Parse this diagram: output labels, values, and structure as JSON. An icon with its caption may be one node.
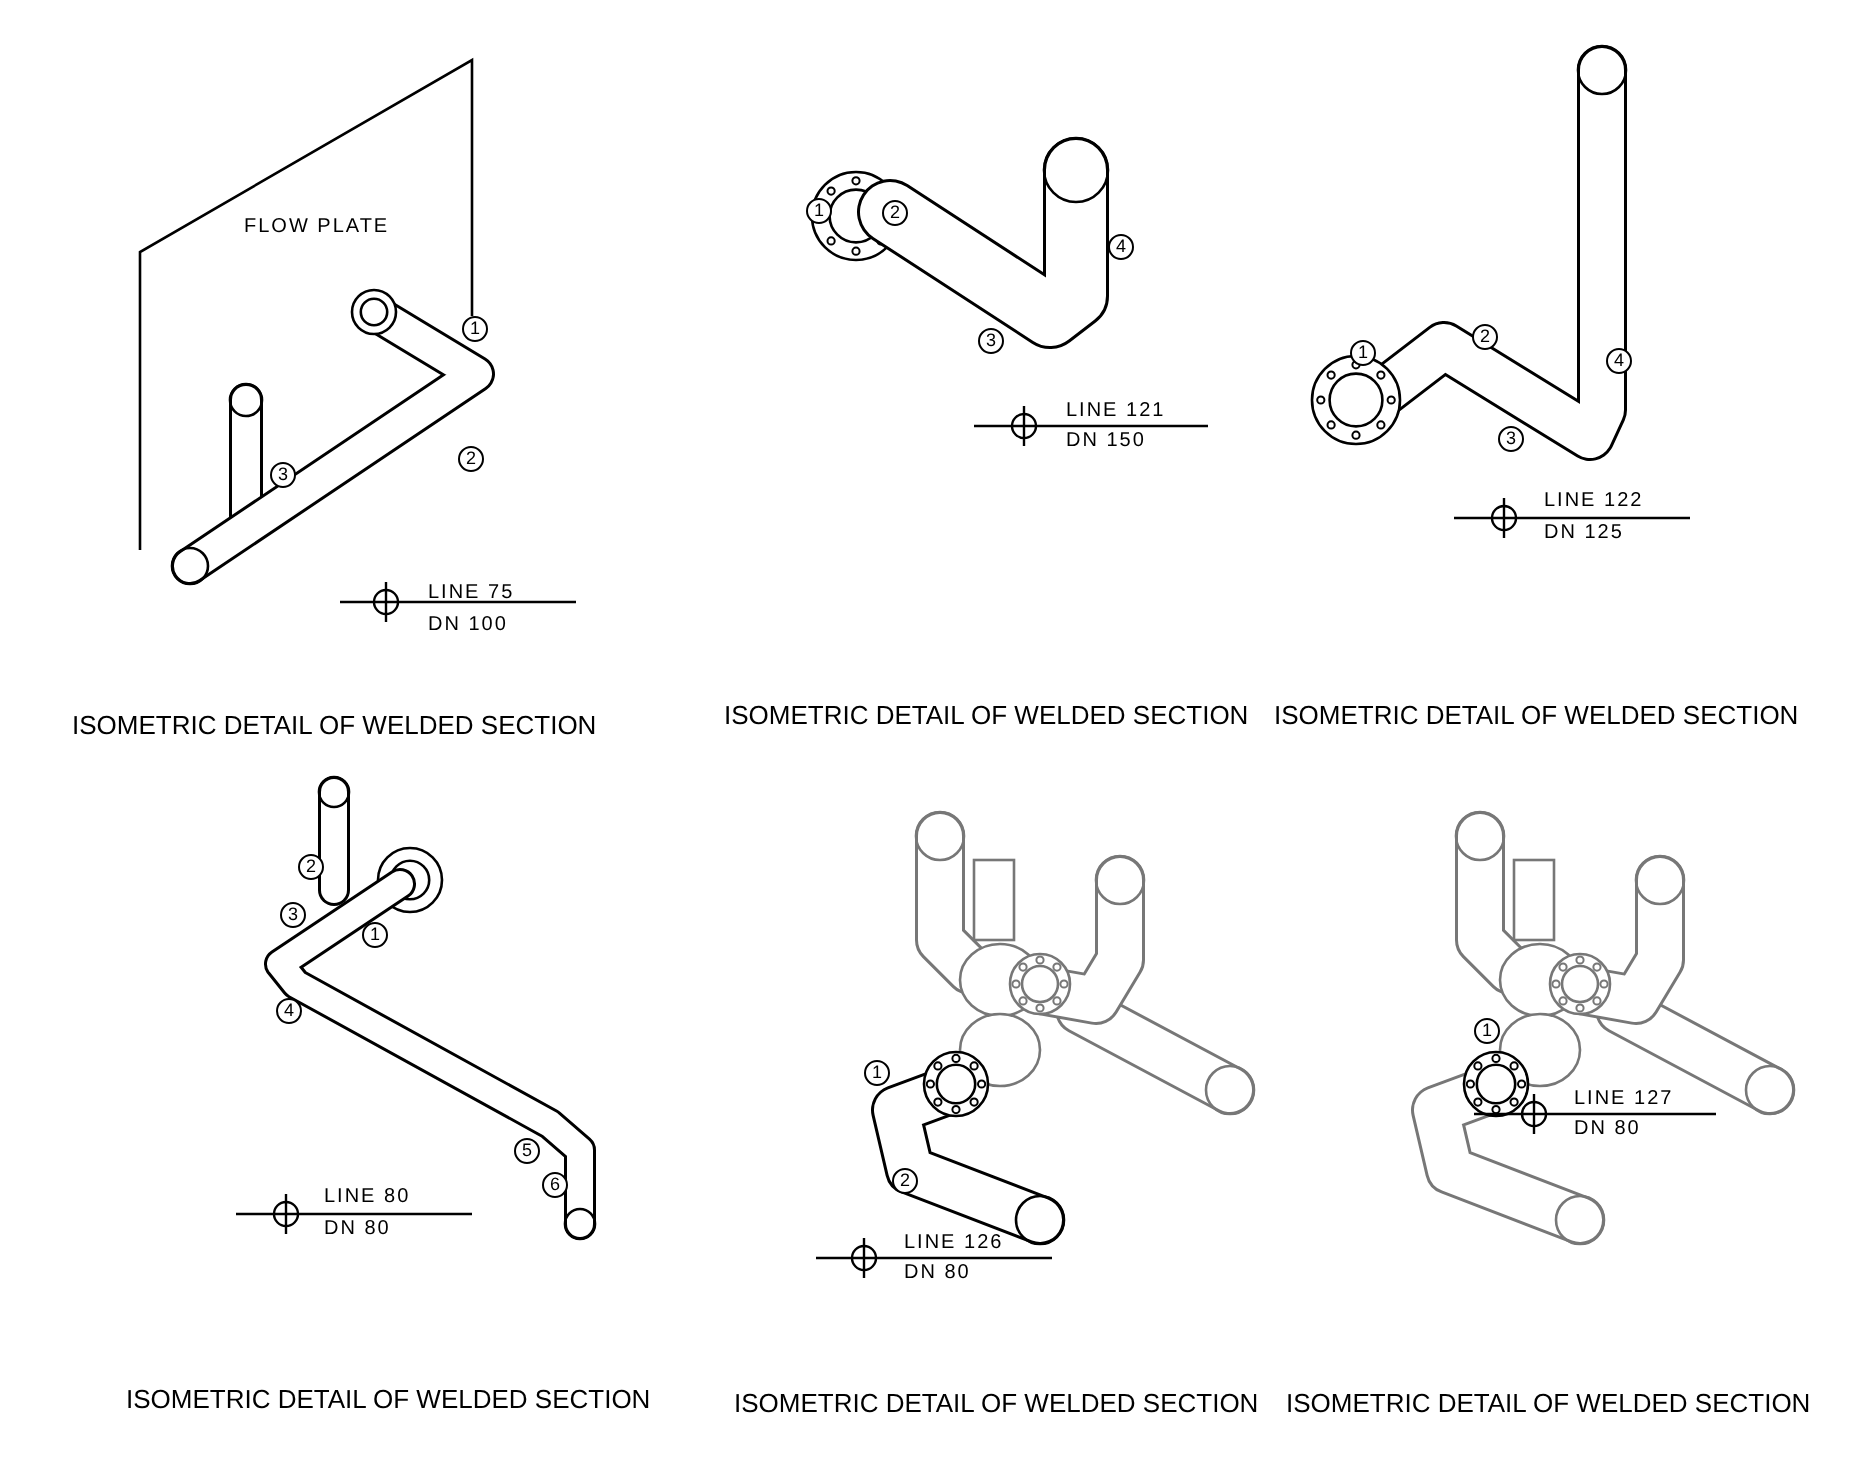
{
  "diagram": {
    "labels": [
      "FLOW PLATE",
      "1",
      "3",
      "2",
      "LINE 75",
      "DN 100",
      "ISOMETRIC DETAIL OF WELDED SECTION",
      "1",
      "2",
      "4",
      "3",
      "LINE 121",
      "DN 150",
      "ISOMETRIC DETAIL OF WELDED SECTION",
      "1",
      "2",
      "4",
      "3",
      "LINE 122",
      "DN 125",
      "ISOMETRIC DETAIL OF WELDED SECTION",
      "2",
      "3",
      "1",
      "4",
      "5",
      "6",
      "LINE 80",
      "DN 80",
      "ISOMETRIC DETAIL OF WELDED SECTION",
      "1",
      "2",
      "LINE 126",
      "DN 80",
      "ISOMETRIC DETAIL OF WELDED SECTION",
      "1",
      "LINE 127",
      "DN 80",
      "ISOMETRIC DETAIL OF WELDED SECTION"
    ]
  }
}
